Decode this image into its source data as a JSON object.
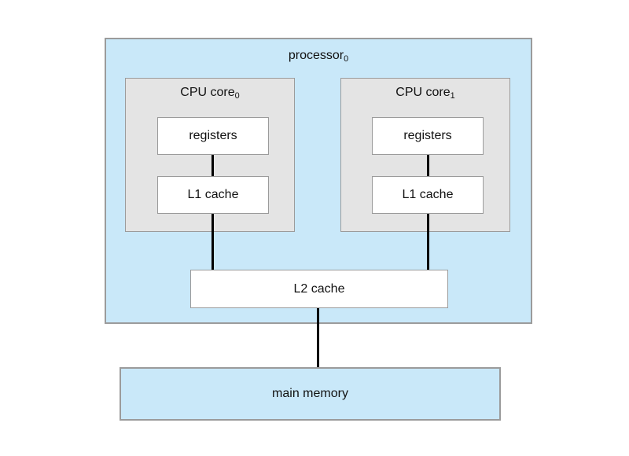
{
  "diagram": {
    "processor": {
      "label": "processor",
      "sub": "0"
    },
    "cores": [
      {
        "label": "CPU core",
        "sub": "0",
        "registers_label": "registers",
        "l1_label": "L1 cache"
      },
      {
        "label": "CPU core",
        "sub": "1",
        "registers_label": "registers",
        "l1_label": "L1 cache"
      }
    ],
    "l2": {
      "label": "L2 cache"
    },
    "main_memory": {
      "label": "main memory"
    },
    "colors": {
      "processor_fill": "#c9e8f9",
      "core_fill": "#e4e4e4",
      "box_border": "#9b9b9b",
      "connector": "#000000",
      "text": "#111111"
    }
  }
}
